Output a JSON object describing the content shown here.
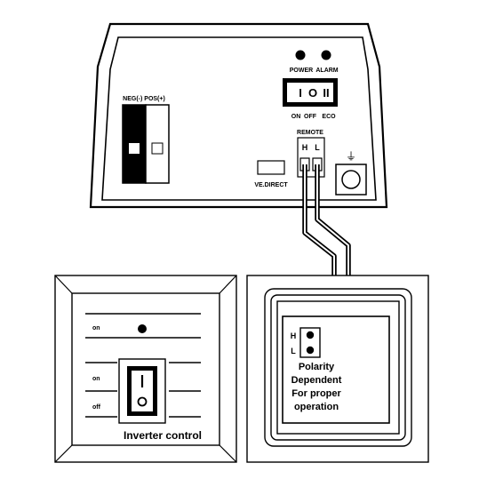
{
  "inverter": {
    "led_labels": [
      "POWER",
      "ALARM"
    ],
    "switch_labels": [
      "ON",
      "OFF",
      "ECO"
    ],
    "switch_glyphs": [
      "I",
      "O",
      "II"
    ],
    "battery_terminal_label": "NEG(-) POS(+)",
    "ve_direct_label": "VE.DIRECT",
    "remote_label": "REMOTE",
    "remote_terminals": [
      "H",
      "L"
    ],
    "ground_symbol": "⏚"
  },
  "remote_panel_left": {
    "indicator_label": "on",
    "switch_on_label": "on",
    "switch_off_label": "off",
    "caption": "Inverter control"
  },
  "remote_panel_right": {
    "terminal_labels": [
      "H",
      "L"
    ],
    "note_lines": [
      "Polarity",
      "Dependent",
      "For proper",
      "operation"
    ]
  }
}
